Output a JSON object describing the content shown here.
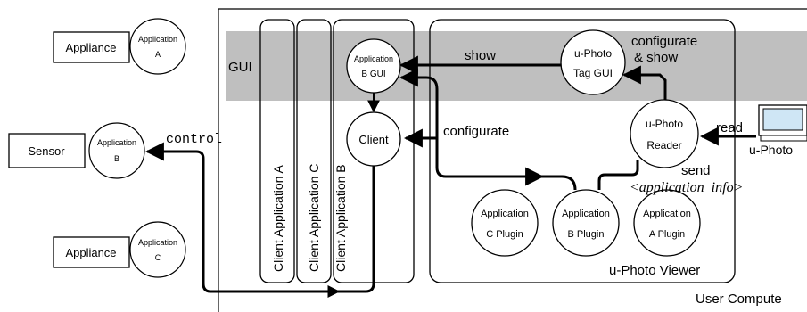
{
  "left": {
    "appliance_a": {
      "label": "Appliance",
      "app_line1": "Application",
      "app_line2": "A"
    },
    "sensor": {
      "label": "Sensor",
      "app_line1": "Application",
      "app_line2": "B"
    },
    "appliance_c": {
      "label": "Appliance",
      "app_line1": "Application",
      "app_line2": "C"
    }
  },
  "gui_label": "GUI",
  "client_apps": {
    "a": "Client Application A",
    "c": "Client Application C",
    "b": "Client Application B"
  },
  "app_b_gui": {
    "line1": "Application",
    "line2": "B GUI"
  },
  "client": "Client",
  "viewer": {
    "title": "u-Photo Viewer",
    "tag_gui": {
      "line1": "u-Photo",
      "line2": "Tag GUI"
    },
    "reader": {
      "line1": "u-Photo",
      "line2": "Reader"
    },
    "plugins": [
      {
        "line1": "Application",
        "line2": "C Plugin"
      },
      {
        "line1": "Application",
        "line2": "B Plugin"
      },
      {
        "line1": "Application",
        "line2": "A Plugin"
      }
    ]
  },
  "labels": {
    "show": "show",
    "configurate_show_1": "configurate",
    "configurate_show_2": "& show",
    "configurate": "configurate",
    "control": "control",
    "read": "read",
    "send": "send",
    "application_info": "<application_info>"
  },
  "camera_label": "u-Photo",
  "user_computer": "User Compute"
}
